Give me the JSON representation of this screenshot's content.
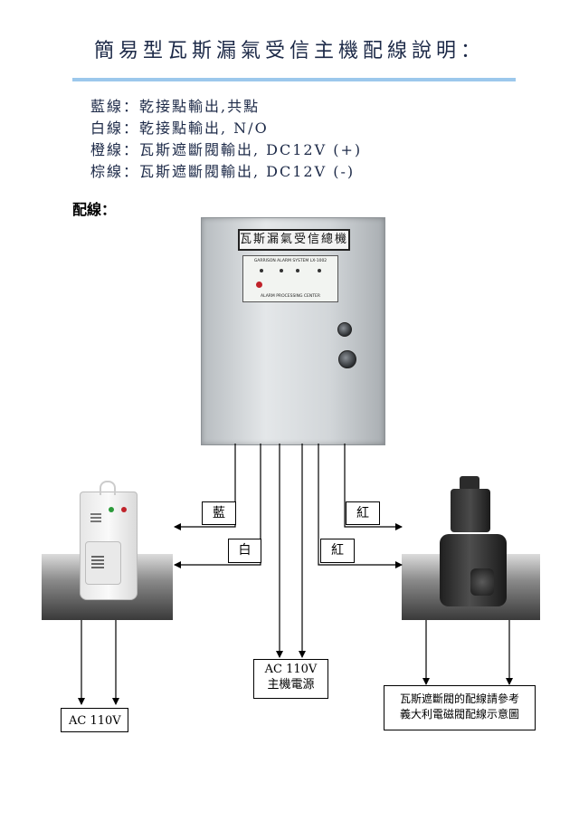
{
  "title": "簡易型瓦斯漏氣受信主機配線說明：",
  "legend": [
    "藍線：乾接點輸出,共點",
    "白線：乾接點輸出, N/O",
    "橙線：瓦斯遮斷閥輸出, DC12V (+)",
    "棕線：瓦斯遮斷閥輸出, DC12V (-)"
  ],
  "section_label": "配線：",
  "cabinet": {
    "label": "瓦斯漏氣受信總機",
    "panel_header": "GARRISON  ALARM SYSTEM LX-1002",
    "panel_footer": "ALARM PROCESSING CENTER"
  },
  "wire_tags": {
    "blue": "藍",
    "white": "白",
    "red_top": "紅",
    "red_bottom": "紅"
  },
  "boxes": {
    "main_power": [
      "AC 110V",
      "主機電源"
    ],
    "detector_power": "AC 110V",
    "valve_note": [
      "瓦斯遮斷閥的配線請參考",
      "義大利電磁閥配線示意圖"
    ]
  },
  "colors": {
    "title": "#1d2a48",
    "rule": "#9cc8ec",
    "line": "#000000"
  }
}
